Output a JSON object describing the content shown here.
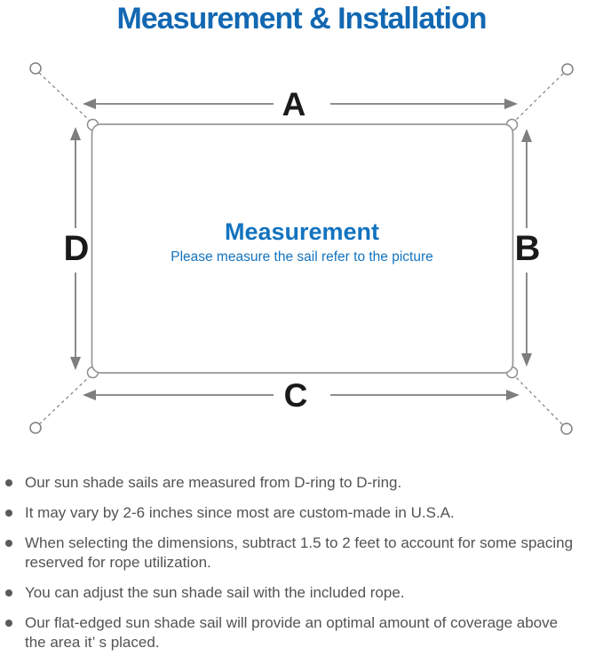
{
  "title": "Measurement & Installation",
  "diagram": {
    "heading": "Measurement",
    "subheading": "Please measure the sail refer to the picture",
    "labels": {
      "top": "A",
      "right": "B",
      "bottom": "C",
      "left": "D"
    },
    "colors": {
      "title_blue": "#1268B2",
      "heading_blue": "#1373BF",
      "line_gray": "#8A8A8A",
      "label_black": "#1A1A1A",
      "note_gray": "#535353"
    }
  },
  "notes": [
    "Our sun shade sails are measured from D-ring to D-ring.",
    "It may vary by 2-6 inches since most are custom-made in U.S.A.",
    "When selecting the dimensions, subtract 1.5 to 2 feet to account for some spacing reserved for rope utilization.",
    "You can adjust the sun shade sail with the included rope.",
    "Our flat-edged sun shade sail will provide an optimal amount of coverage above the area it’ s placed."
  ]
}
